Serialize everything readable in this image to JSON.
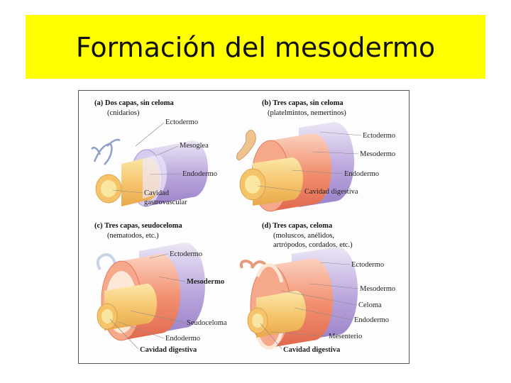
{
  "slide": {
    "title": "Formación del mesodermo",
    "background": "#ffffff",
    "title_bar_color": "#ffff00"
  },
  "panels": {
    "a": {
      "heading": "(a) Dos capas, sin celoma",
      "subheading": "(cnidarios)",
      "labels": {
        "ectoderm": "Ectodermo",
        "mesoglea": "Mesoglea",
        "endoderm": "Endodermo",
        "cavity_line1": "Cavidad",
        "cavity_line2": "gastrovascular"
      }
    },
    "b": {
      "heading": "(b) Tres capas, sin celoma",
      "subheading": "(platelmintos, nemertinos)",
      "labels": {
        "ectoderm": "Ectodermo",
        "mesoderm": "Mesodermo",
        "endoderm": "Endodermo",
        "cavity": "Cavidad digestiva"
      }
    },
    "c": {
      "heading": "(c) Tres capas, seudoceloma",
      "subheading": "(nematodos, etc.)",
      "labels": {
        "ectoderm": "Ectodermo",
        "mesoderm": "Mesodermo",
        "pseudocoel": "Seudoceloma",
        "endoderm": "Endodermo",
        "cavity": "Cavidad digestiva"
      }
    },
    "d": {
      "heading": "(d) Tres capas, celoma",
      "subheading_line1": "(moluscos, anélidos,",
      "subheading_line2": "artrópodos, cordados, etc.)",
      "labels": {
        "ectoderm": "Ectodermo",
        "mesoderm": "Mesodermo",
        "coelom": "Celoma",
        "endoderm": "Endodermo",
        "mesentery": "Mesenterio",
        "cavity": "Cavidad digestiva"
      }
    }
  },
  "colors": {
    "ectoderm": "#b9a5dc",
    "mesoderm": "#f29070",
    "endoderm": "#f5c36a",
    "gut_core": "#f9e6a0",
    "organism": "#eec38f",
    "organism_cnidarian": "#c8d3e8"
  }
}
